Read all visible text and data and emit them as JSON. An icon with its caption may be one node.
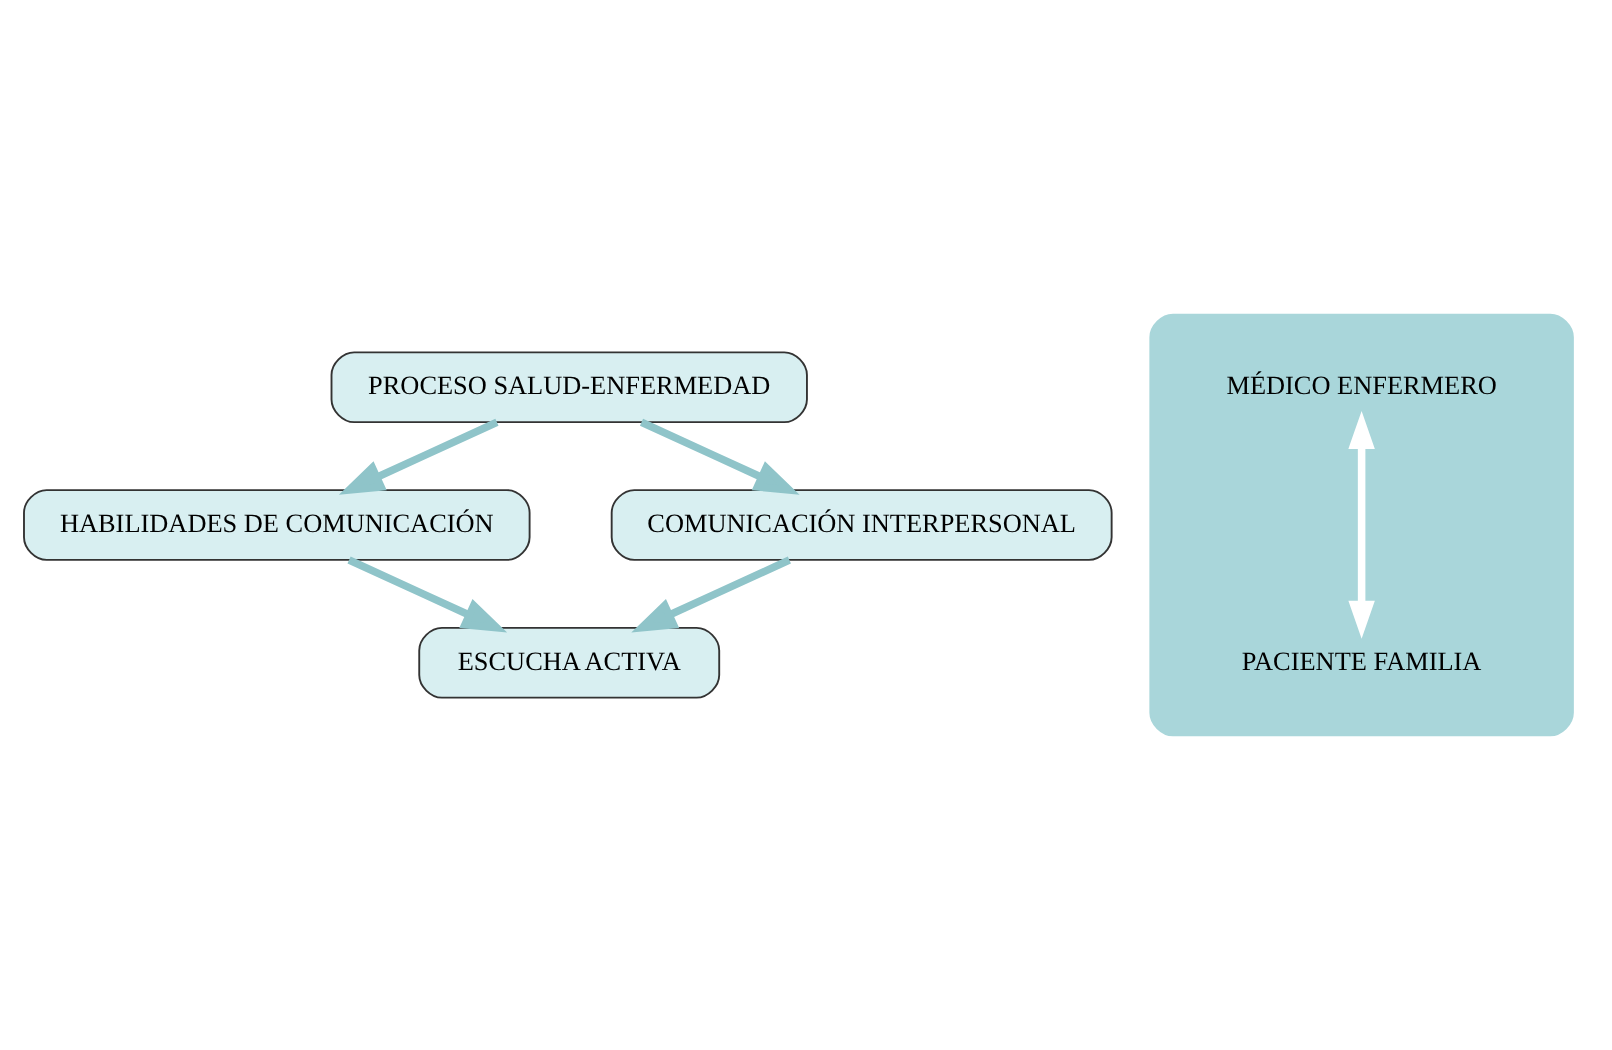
{
  "diagram": {
    "nodes": [
      {
        "text": [
          "PROCESO SALUD-ENFERMEDAD"
        ]
      },
      {
        "text": [],
        "shape": "octagon"
      },
      {
        "text": [
          "MÉDICO ENFERMERO"
        ],
        "in": 1
      },
      {
        "text": [
          "PACIENTE FAMILIA"
        ],
        "in": 1
      },
      {
        "text": [
          "HABILIDADES DE COMUNICACIÓN"
        ]
      },
      {
        "text": [
          "COMUNICACIÓN INTERPERSONAL"
        ]
      },
      {
        "text": [
          "ESCUCHA ACTIVA"
        ]
      }
    ],
    "edges": [
      {
        "from": 0,
        "to": 4,
        "arrow": "to"
      },
      {
        "from": 0,
        "to": 5,
        "arrow": "to"
      },
      {
        "from": 2,
        "to": 3,
        "arrow": "both",
        "color": "#ffffff"
      },
      {
        "from": 4,
        "to": 6,
        "arrow": "to"
      },
      {
        "from": 5,
        "to": 6,
        "arrow": "to"
      }
    ]
  }
}
